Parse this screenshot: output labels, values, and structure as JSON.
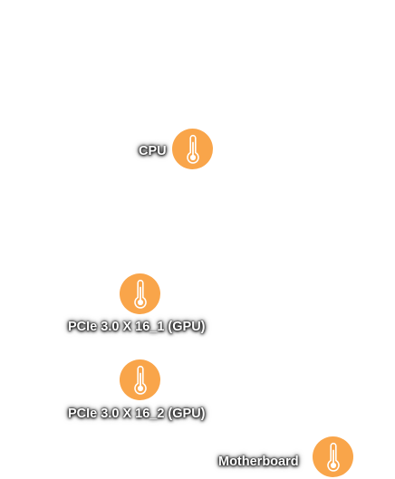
{
  "sensors": [
    {
      "label": "CPU",
      "icon": "thermometer-icon"
    },
    {
      "label": "PCIe 3.0 X 16_1 (GPU)",
      "icon": "thermometer-icon"
    },
    {
      "label": "PCIe 3.0 X 16_2 (GPU)",
      "icon": "thermometer-icon"
    },
    {
      "label": "Motherboard",
      "icon": "thermometer-icon"
    }
  ],
  "colors": {
    "icon_background": "#f9a54a",
    "icon_stroke": "#ffffff",
    "label_text": "#ffffff"
  }
}
